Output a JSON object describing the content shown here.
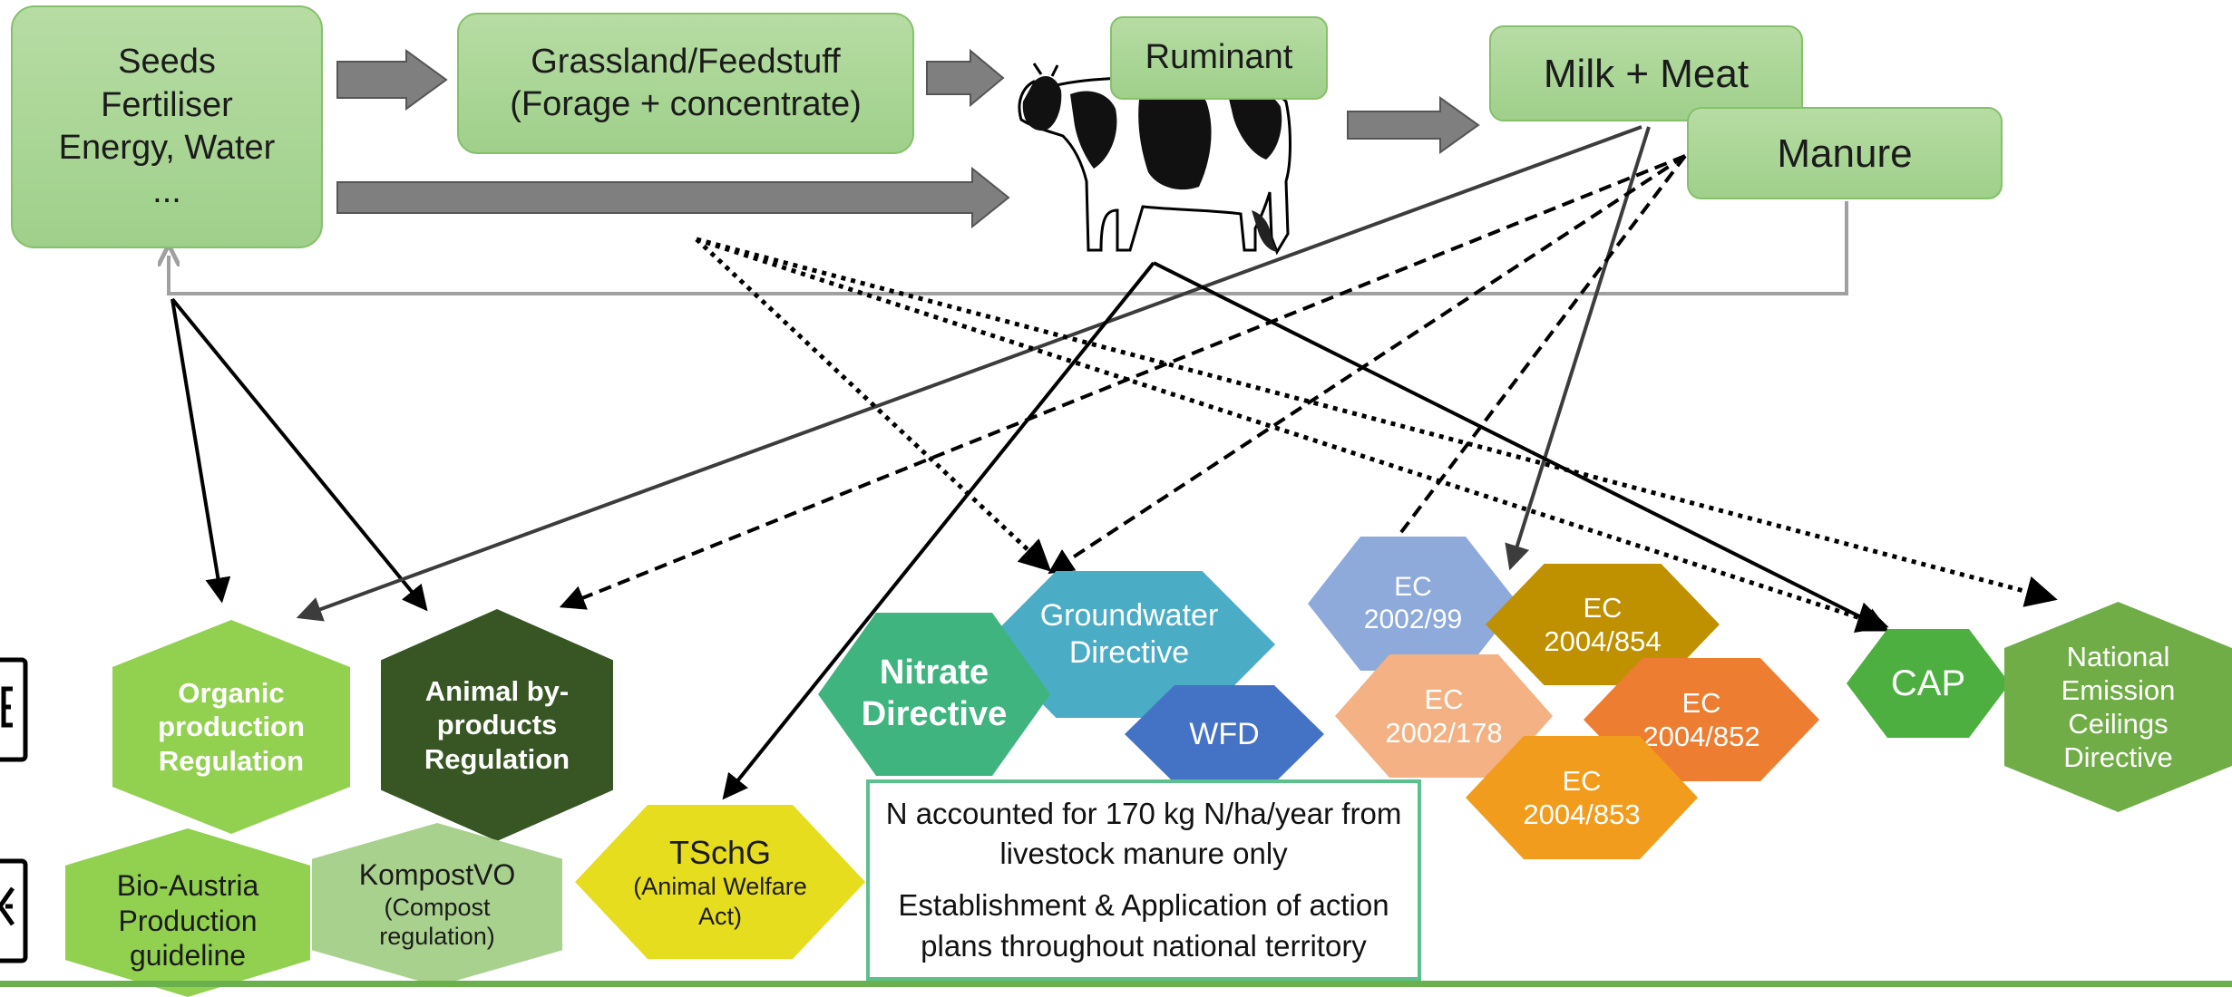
{
  "inputs": {
    "lines": [
      "Seeds",
      "Fertiliser",
      "Energy, Water",
      "..."
    ]
  },
  "grassland": {
    "lines": [
      "Grassland/Feedstuff",
      "(Forage + concentrate)"
    ]
  },
  "ruminant": {
    "label": "Ruminant"
  },
  "milk_meat": {
    "label": "Milk + Meat"
  },
  "manure": {
    "label": "Manure"
  },
  "regulations": {
    "organic": {
      "lines": [
        "Organic",
        "production",
        "Regulation"
      ]
    },
    "animal_byproducts": {
      "lines": [
        "Animal by-",
        "products",
        "Regulation"
      ]
    },
    "groundwater": {
      "lines": [
        "Groundwater",
        "Directive"
      ]
    },
    "nitrate": {
      "lines": [
        "Nitrate",
        "Directive"
      ]
    },
    "wfd": {
      "label": "WFD"
    },
    "ec_2002_99": {
      "lines": [
        "EC",
        "2002/99"
      ]
    },
    "ec_2004_854": {
      "lines": [
        "EC",
        "2004/854"
      ]
    },
    "ec_2002_178": {
      "lines": [
        "EC",
        "2002/178"
      ]
    },
    "ec_2004_852": {
      "lines": [
        "EC",
        "2004/852"
      ]
    },
    "ec_2004_853": {
      "lines": [
        "EC",
        "2004/853"
      ]
    },
    "cap": {
      "label": "CAP"
    },
    "nec": {
      "lines": [
        "National",
        "Emission",
        "Ceilings",
        "Directive"
      ]
    }
  },
  "national": {
    "bio_austria": {
      "lines": [
        "Bio-Austria",
        "Production",
        "guideline"
      ]
    },
    "kompostvo": {
      "title": "KompostVO",
      "sub_lines": [
        "(Compost",
        "regulation)"
      ]
    },
    "tschg": {
      "title": "TSchG",
      "sub_lines": [
        "(Animal Welfare",
        "Act)"
      ]
    }
  },
  "note": {
    "lines": [
      "N accounted for 170 kg N/ha/year from livestock manure only",
      "Establishment & Application of action plans throughout national territory"
    ]
  },
  "colors": {
    "box_fill": "#a9d695",
    "organic": "#92d050",
    "animal_byproducts": "#375623",
    "groundwater": "#4bacc6",
    "nitrate": "#3fb47f",
    "wfd": "#4472c4",
    "ec_2002_99": "#8eaadb",
    "ec_2004_854": "#bf9000",
    "ec_2002_178": "#f4b183",
    "ec_2004_852": "#ed7d31",
    "ec_2004_853": "#f19c1c",
    "cap": "#4caf3f",
    "nec": "#70ad47",
    "bio_austria": "#92d050",
    "kompostvo": "#a9d18e",
    "tschg": "#e6dd1f"
  }
}
